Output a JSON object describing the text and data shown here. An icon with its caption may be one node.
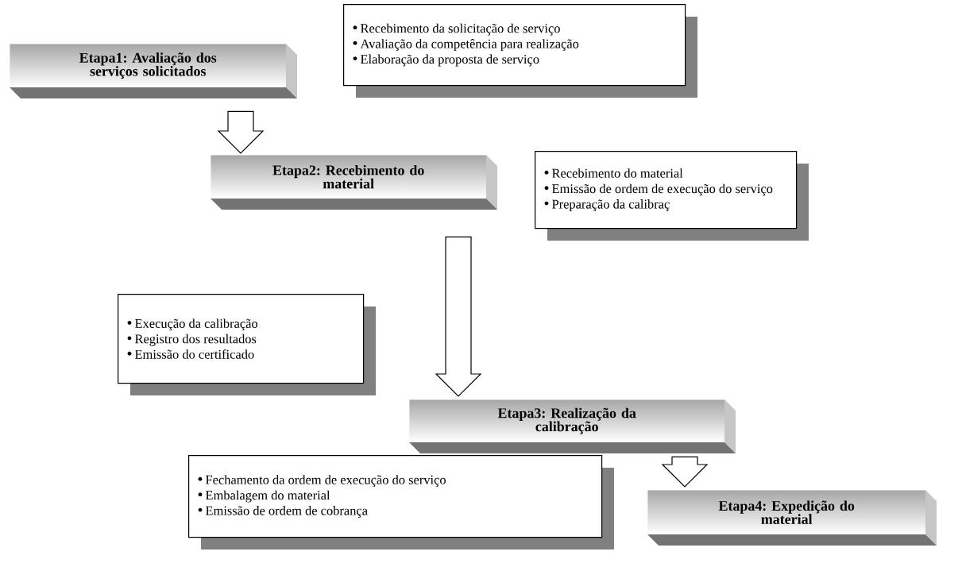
{
  "diagram": {
    "nodes": [
      {
        "text": [
          "Etapa1: Avaliação dos serviços solicitados"
        ]
      },
      {
        "text": [
          "Recebimento da solicitação de serviço",
          "Avaliação da competência para realização",
          "Elaboração da proposta de serviço"
        ]
      },
      {
        "text": [
          "Etapa2: Recebimento do material"
        ]
      },
      {
        "text": [
          "Recebimento do material",
          "Emissão de ordem de execução do serviço",
          "Preparação da calibraç"
        ]
      },
      {
        "text": [
          "Execução da calibração",
          "Registro dos resultados",
          "Emissão do certificado"
        ]
      },
      {
        "text": [
          "Etapa3: Realização da calibração"
        ]
      },
      {
        "text": [
          "Fechamento da ordem de execução do serviço",
          "Embalagem do material",
          "Emissão de ordem de cobrança"
        ]
      },
      {
        "text": [
          "Etapa4: Expedição do material"
        ]
      }
    ],
    "edges": [
      {
        "from": 0,
        "to": 2,
        "arrow": "to"
      },
      {
        "from": 2,
        "to": 5,
        "arrow": "to"
      },
      {
        "from": 5,
        "to": 7,
        "arrow": "to"
      }
    ]
  }
}
